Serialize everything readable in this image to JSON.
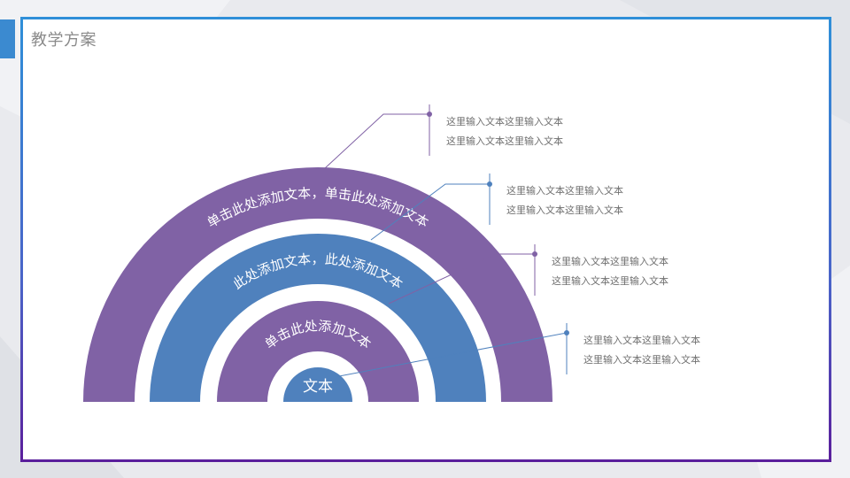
{
  "header": {
    "title": "教学方案"
  },
  "diagram": {
    "arcs": [
      {
        "id": "outer",
        "label": "单击此处添加文本，单击此处添加文本",
        "color": "#8062a5"
      },
      {
        "id": "second",
        "label": "此处添加文本，此处添加文本",
        "color": "#4f81bd"
      },
      {
        "id": "third",
        "label": "单击此处添加文本",
        "color": "#8062a5"
      },
      {
        "id": "center",
        "label": "文本",
        "color": "#4f81bd"
      }
    ],
    "notes": [
      {
        "line1": "这里输入文本这里输入文本",
        "line2": "这里输入文本这里输入文本",
        "color": "#8062a5"
      },
      {
        "line1": "这里输入文本这里输入文本",
        "line2": "这里输入文本这里输入文本",
        "color": "#4f81bd"
      },
      {
        "line1": "这里输入文本这里输入文本",
        "line2": "这里输入文本这里输入文本",
        "color": "#8062a5"
      },
      {
        "line1": "这里输入文本这里输入文本",
        "line2": "这里输入文本这里输入文本",
        "color": "#4f81bd"
      }
    ]
  },
  "colors": {
    "purple": "#8062a5",
    "blue": "#4f81bd",
    "frame_top": "#2f8fd8",
    "frame_bottom": "#5a1f9c"
  }
}
